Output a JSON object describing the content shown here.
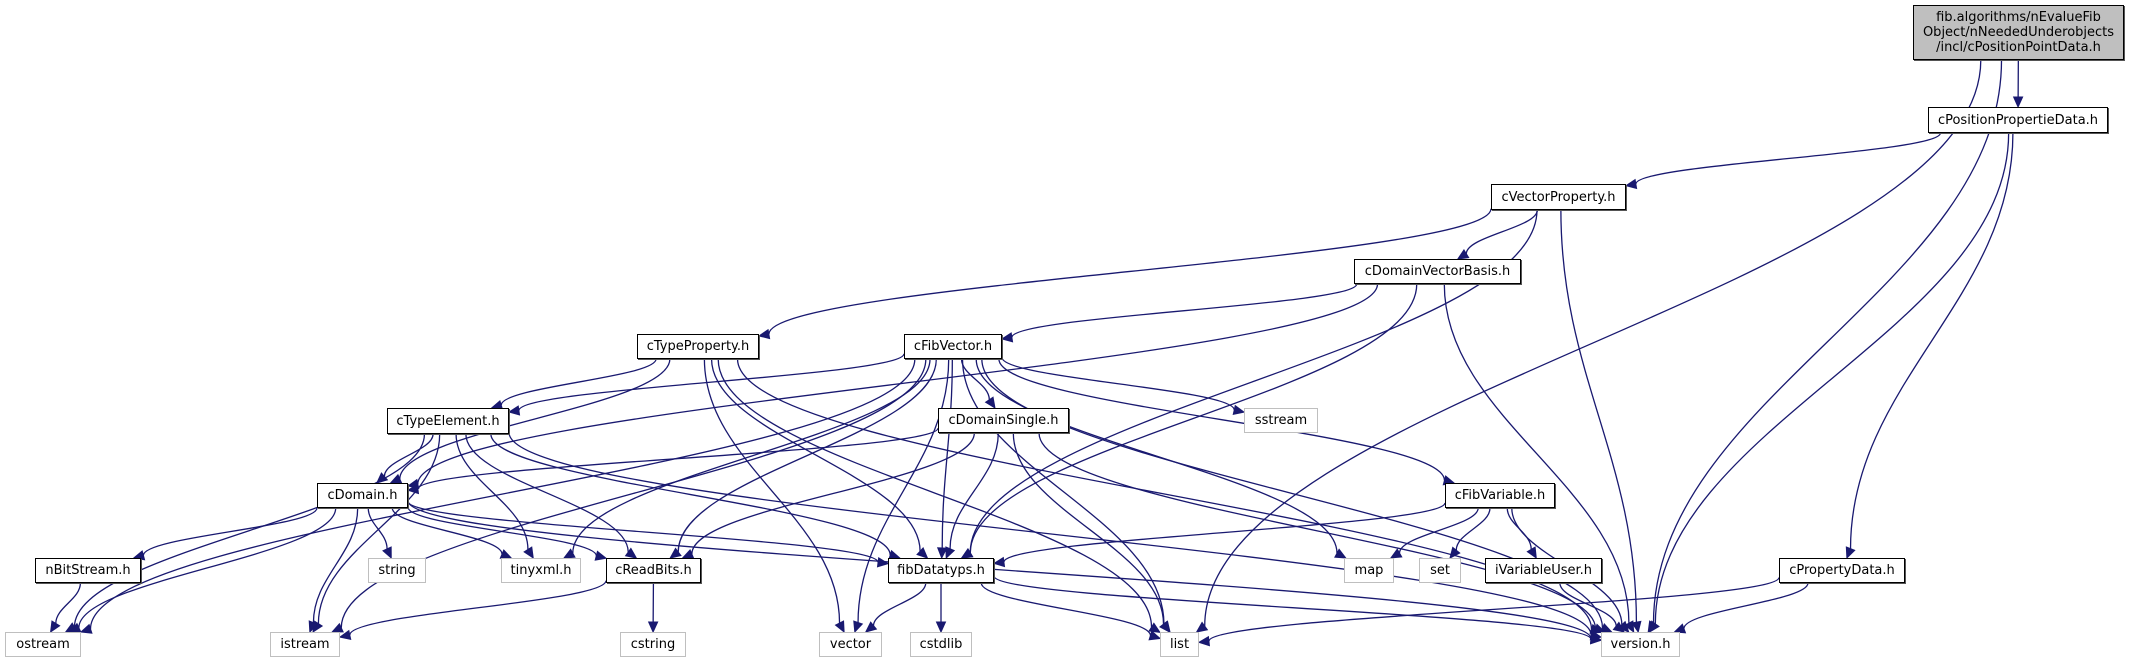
{
  "title": "Include dependency graph for cPositionPointData.h",
  "colors": {
    "edge": "#191970",
    "root_fill": "#bfbfbf",
    "local_border": "#000000",
    "system_border": "#bfbfbf"
  },
  "nodes": [
    {
      "id": "root",
      "label": "fib.algorithms/nEvalueFib\nObject/nNeededUnderobjects\n/incl/cPositionPointData.h",
      "kind": "root"
    },
    {
      "id": "cPositionPropertieData",
      "label": "cPositionPropertieData.h",
      "kind": "local"
    },
    {
      "id": "cVectorProperty",
      "label": "cVectorProperty.h",
      "kind": "local"
    },
    {
      "id": "cDomainVectorBasis",
      "label": "cDomainVectorBasis.h",
      "kind": "local"
    },
    {
      "id": "cTypeProperty",
      "label": "cTypeProperty.h",
      "kind": "local"
    },
    {
      "id": "cFibVector",
      "label": "cFibVector.h",
      "kind": "local"
    },
    {
      "id": "cTypeElement",
      "label": "cTypeElement.h",
      "kind": "local"
    },
    {
      "id": "cDomainSingle",
      "label": "cDomainSingle.h",
      "kind": "local"
    },
    {
      "id": "sstream",
      "label": "sstream",
      "kind": "system"
    },
    {
      "id": "cDomain",
      "label": "cDomain.h",
      "kind": "local"
    },
    {
      "id": "cFibVariable",
      "label": "cFibVariable.h",
      "kind": "local"
    },
    {
      "id": "nBitStream",
      "label": "nBitStream.h",
      "kind": "local"
    },
    {
      "id": "string",
      "label": "string",
      "kind": "system"
    },
    {
      "id": "tinyxml",
      "label": "tinyxml.h",
      "kind": "system"
    },
    {
      "id": "cReadBits",
      "label": "cReadBits.h",
      "kind": "local"
    },
    {
      "id": "fibDatatyps",
      "label": "fibDatatyps.h",
      "kind": "local"
    },
    {
      "id": "map",
      "label": "map",
      "kind": "system"
    },
    {
      "id": "set",
      "label": "set",
      "kind": "system"
    },
    {
      "id": "iVariableUser",
      "label": "iVariableUser.h",
      "kind": "local"
    },
    {
      "id": "cPropertyData",
      "label": "cPropertyData.h",
      "kind": "local"
    },
    {
      "id": "ostream",
      "label": "ostream",
      "kind": "system"
    },
    {
      "id": "istream",
      "label": "istream",
      "kind": "system"
    },
    {
      "id": "vector",
      "label": "vector",
      "kind": "system"
    },
    {
      "id": "cstdlib",
      "label": "cstdlib",
      "kind": "system"
    },
    {
      "id": "list",
      "label": "list",
      "kind": "system"
    },
    {
      "id": "version",
      "label": "version.h",
      "kind": "system"
    },
    {
      "id": "cstring",
      "label": "cstring",
      "kind": "system"
    }
  ],
  "edges": [
    [
      "root",
      "cPositionPropertieData"
    ],
    [
      "root",
      "list"
    ],
    [
      "root",
      "version"
    ],
    [
      "cPositionPropertieData",
      "cVectorProperty"
    ],
    [
      "cPositionPropertieData",
      "cPropertyData"
    ],
    [
      "cPositionPropertieData",
      "version"
    ],
    [
      "cVectorProperty",
      "cTypeProperty"
    ],
    [
      "cVectorProperty",
      "cDomainVectorBasis"
    ],
    [
      "cVectorProperty",
      "fibDatatyps"
    ],
    [
      "cVectorProperty",
      "version"
    ],
    [
      "cDomainVectorBasis",
      "cDomain"
    ],
    [
      "cDomainVectorBasis",
      "cFibVector"
    ],
    [
      "cDomainVectorBasis",
      "fibDatatyps"
    ],
    [
      "cDomainVectorBasis",
      "version"
    ],
    [
      "cTypeProperty",
      "cTypeElement"
    ],
    [
      "cTypeProperty",
      "cDomain"
    ],
    [
      "cTypeProperty",
      "fibDatatyps"
    ],
    [
      "cTypeProperty",
      "vector"
    ],
    [
      "cTypeProperty",
      "list"
    ],
    [
      "cTypeProperty",
      "version"
    ],
    [
      "cFibVector",
      "cTypeElement"
    ],
    [
      "cFibVector",
      "cDomainSingle"
    ],
    [
      "cFibVector",
      "sstream"
    ],
    [
      "cFibVector",
      "cFibVariable"
    ],
    [
      "cFibVector",
      "fibDatatyps"
    ],
    [
      "cFibVector",
      "cReadBits"
    ],
    [
      "cFibVector",
      "tinyxml"
    ],
    [
      "cFibVector",
      "ostream"
    ],
    [
      "cFibVector",
      "istream"
    ],
    [
      "cFibVector",
      "vector"
    ],
    [
      "cFibVector",
      "map"
    ],
    [
      "cFibVector",
      "list"
    ],
    [
      "cFibVector",
      "version"
    ],
    [
      "cTypeElement",
      "cDomain"
    ],
    [
      "cTypeElement",
      "tinyxml"
    ],
    [
      "cTypeElement",
      "cReadBits"
    ],
    [
      "cTypeElement",
      "fibDatatyps"
    ],
    [
      "cTypeElement",
      "ostream"
    ],
    [
      "cTypeElement",
      "istream"
    ],
    [
      "cTypeElement",
      "version"
    ],
    [
      "cDomainSingle",
      "cDomain"
    ],
    [
      "cDomainSingle",
      "cReadBits"
    ],
    [
      "cDomainSingle",
      "fibDatatyps"
    ],
    [
      "cDomainSingle",
      "list"
    ],
    [
      "cDomainSingle",
      "version"
    ],
    [
      "cDomain",
      "nBitStream"
    ],
    [
      "cDomain",
      "string"
    ],
    [
      "cDomain",
      "tinyxml"
    ],
    [
      "cDomain",
      "cReadBits"
    ],
    [
      "cDomain",
      "fibDatatyps"
    ],
    [
      "cDomain",
      "ostream"
    ],
    [
      "cDomain",
      "istream"
    ],
    [
      "cDomain",
      "version"
    ],
    [
      "cFibVariable",
      "fibDatatyps"
    ],
    [
      "cFibVariable",
      "map"
    ],
    [
      "cFibVariable",
      "set"
    ],
    [
      "cFibVariable",
      "iVariableUser"
    ],
    [
      "cFibVariable",
      "version"
    ],
    [
      "nBitStream",
      "ostream"
    ],
    [
      "cReadBits",
      "istream"
    ],
    [
      "cReadBits",
      "cstring"
    ],
    [
      "fibDatatyps",
      "vector"
    ],
    [
      "fibDatatyps",
      "cstdlib"
    ],
    [
      "fibDatatyps",
      "list"
    ],
    [
      "fibDatatyps",
      "version"
    ],
    [
      "iVariableUser",
      "version"
    ],
    [
      "cPropertyData",
      "list"
    ],
    [
      "cPropertyData",
      "version"
    ]
  ]
}
